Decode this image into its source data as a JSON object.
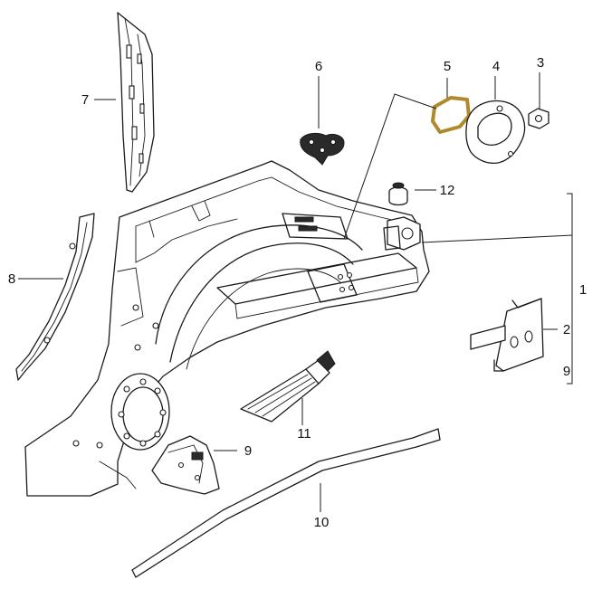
{
  "diagram": {
    "highlight_color": "#b08a2a",
    "callouts": [
      {
        "id": "c1",
        "label": "1"
      },
      {
        "id": "c2",
        "label": "2"
      },
      {
        "id": "c3",
        "label": "3"
      },
      {
        "id": "c4",
        "label": "4"
      },
      {
        "id": "c5",
        "label": "5"
      },
      {
        "id": "c6",
        "label": "6"
      },
      {
        "id": "c7",
        "label": "7"
      },
      {
        "id": "c8",
        "label": "8"
      },
      {
        "id": "c9a",
        "label": "9"
      },
      {
        "id": "c9b",
        "label": "9"
      },
      {
        "id": "c10",
        "label": "10"
      },
      {
        "id": "c11",
        "label": "11"
      },
      {
        "id": "c12",
        "label": "12"
      }
    ]
  }
}
